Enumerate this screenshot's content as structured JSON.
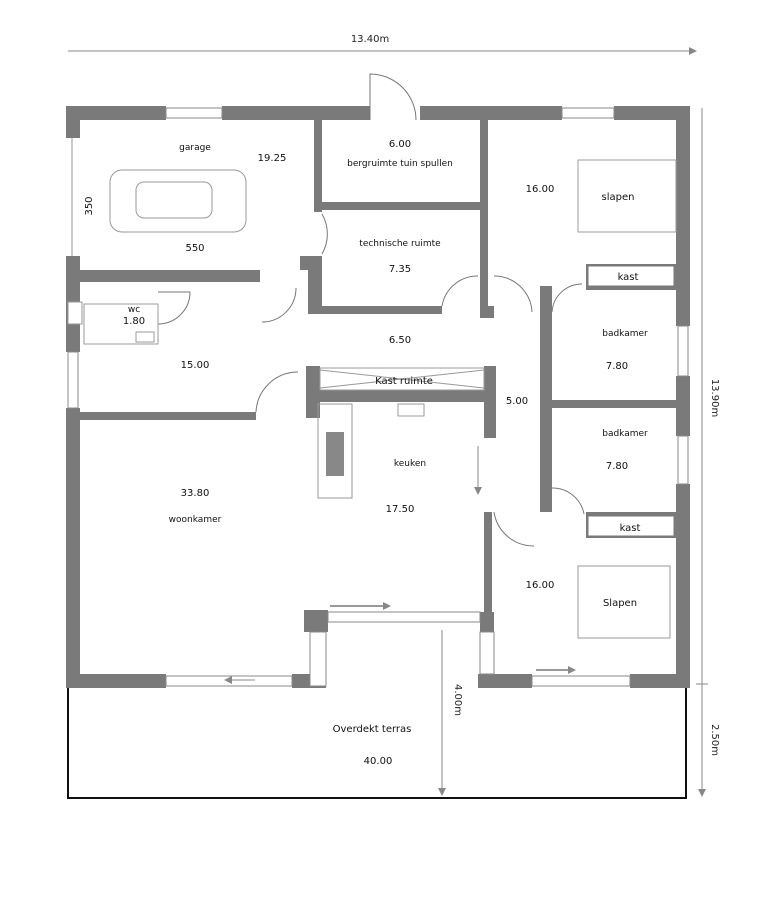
{
  "colors": {
    "wall": "#7a7a7a",
    "dim_line": "#888888",
    "fixture": "#999999"
  },
  "dimensions": {
    "width": "13.40m",
    "height": "13.90m",
    "terrace_depth": "4.00m",
    "terrace_overhang": "2.50m",
    "garage_width": "550",
    "garage_depth": "350"
  },
  "rooms": {
    "garage": {
      "label": "garage",
      "area": "19.25"
    },
    "berging": {
      "label": "bergruimte  tuin  spullen",
      "area": "6.00"
    },
    "slapen1": {
      "label": "slapen",
      "area": "16.00"
    },
    "technisch": {
      "label": "technische ruimte",
      "area": "7.35"
    },
    "kast1": {
      "label": "kast"
    },
    "wc": {
      "label": "wc",
      "area": "1.80"
    },
    "hal": {
      "area": "6.50"
    },
    "gang_west": {
      "area": "15.00"
    },
    "badkamer1": {
      "label": "badkamer",
      "area": "7.80"
    },
    "kastruimte": {
      "label": "Kast ruimte"
    },
    "gang_oost": {
      "area": "5.00"
    },
    "badkamer2": {
      "label": "badkamer",
      "area": "7.80"
    },
    "woonkamer": {
      "label": "woonkamer",
      "area": "33.80"
    },
    "keuken": {
      "label": "keuken",
      "area": "17.50"
    },
    "kast2": {
      "label": "kast"
    },
    "slapen2": {
      "label": "Slapen",
      "area": "16.00"
    },
    "terras": {
      "label": "Overdekt terras",
      "area": "40.00"
    }
  }
}
